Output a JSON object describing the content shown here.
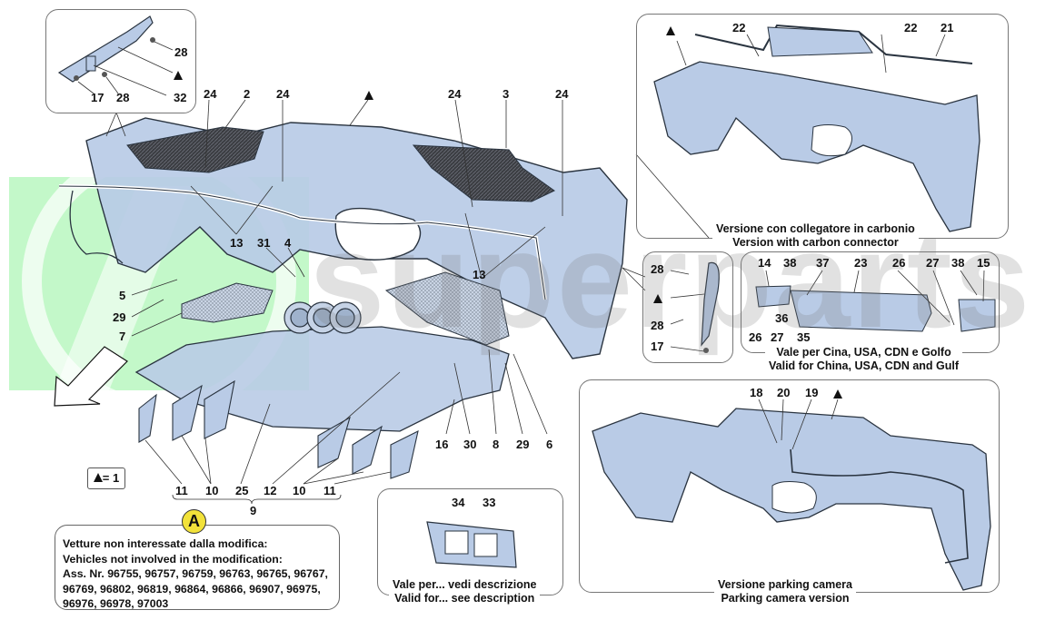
{
  "diagram": {
    "type": "exploded-parts-diagram",
    "subject": "Rear bumper assembly",
    "colors": {
      "part_fill": "#b9cbe6",
      "part_stroke": "#2a3440",
      "carbon_mesh": "#3b3d42",
      "watermark_green": "#9ef0a8",
      "badge_yellow": "#f2e23a"
    },
    "main_labels": {
      "l24a": "24",
      "l2": "2",
      "l24b": "24",
      "tri_main": "▲",
      "l24c": "24",
      "l3": "3",
      "l24d": "24",
      "l13a": "13",
      "l31": "31",
      "l4": "4",
      "l13b": "13",
      "l5": "5",
      "l29a": "29",
      "l7": "7",
      "l16": "16",
      "l30": "30",
      "l8": "8",
      "l29b": "29",
      "l6": "6",
      "l11a": "11",
      "l10a": "10",
      "l25": "25",
      "l12": "12",
      "l10b": "10",
      "l11b": "11",
      "l9": "9"
    },
    "legend": {
      "symbol": "▲",
      "text": "= 1"
    },
    "inset_top_left": {
      "labels": {
        "l28a": "28",
        "tri": "▲",
        "l17": "17",
        "l28b": "28",
        "l32": "32"
      }
    },
    "inset_carbon": {
      "labels": {
        "tri": "▲",
        "l22a": "22",
        "l22b": "22",
        "l21": "21"
      },
      "caption_it": "Versione con collegatore in carbonio",
      "caption_en": "Version with carbon connector"
    },
    "inset_side_trim": {
      "labels": {
        "l28a": "28",
        "tri": "▲",
        "l28b": "28",
        "l17": "17"
      }
    },
    "inset_china": {
      "labels": {
        "l14": "14",
        "l38a": "38",
        "l37": "37",
        "l23": "23",
        "l26a": "26",
        "l27a": "27",
        "l38b": "38",
        "l15": "15",
        "l36": "36",
        "l26b": "26",
        "l27b": "27",
        "l35": "35"
      },
      "caption_it": "Vale per Cina, USA, CDN e Golfo",
      "caption_en": "Valid for China, USA, CDN and Gulf"
    },
    "inset_plate": {
      "labels": {
        "l34": "34",
        "l33": "33"
      },
      "caption_it": "Vale per... vedi descrizione",
      "caption_en": "Valid for... see description"
    },
    "inset_camera": {
      "labels": {
        "l18": "18",
        "l20": "20",
        "l19": "19",
        "tri": "▲"
      },
      "caption_it": "Versione parking camera",
      "caption_en": "Parking camera version"
    },
    "note": {
      "badge": "A",
      "line1": "Vetture non interessate dalla modifica:",
      "line2": "Vehicles not involved in the modification:",
      "line3": "Ass. Nr. 96755, 96757, 96759, 96763, 96765, 96767,",
      "line4": "96769, 96802, 96819, 96864, 96866, 96907, 96975,",
      "line5": "96976, 96978, 97003"
    },
    "watermark": "superparts"
  }
}
